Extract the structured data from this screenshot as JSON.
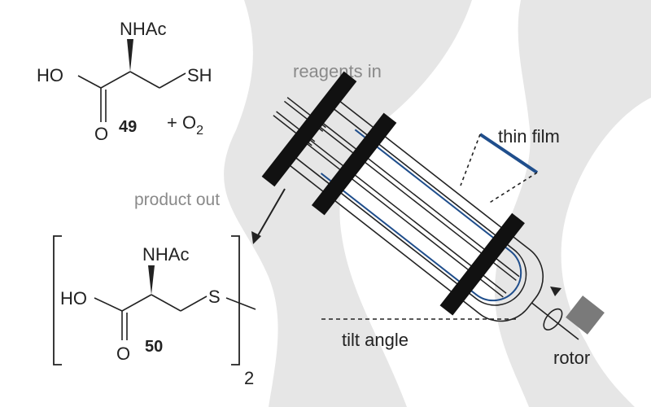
{
  "labels": {
    "reagents_in": "reagents in",
    "product_out": "product out",
    "thin_film": "thin film",
    "tilt_angle": "tilt angle",
    "rotor": "rotor"
  },
  "compound_49": {
    "number": "49",
    "amide": "NHAc",
    "acid": "HO",
    "carbonyl_o": "O",
    "thiol": "SH",
    "plus": "+ O",
    "oxygen_subscript": "2"
  },
  "compound_50": {
    "number": "50",
    "amide": "NHAc",
    "acid": "HO",
    "carbonyl_o": "O",
    "sulfur": "S",
    "dimer_subscript": "2"
  },
  "colors": {
    "background_shape": "#e6e6e6",
    "line": "#222222",
    "label_gray": "#8a8a8a",
    "film_blue": "#1f4e8c",
    "clamp": "#111111",
    "rotor": "#7a7a7a"
  }
}
